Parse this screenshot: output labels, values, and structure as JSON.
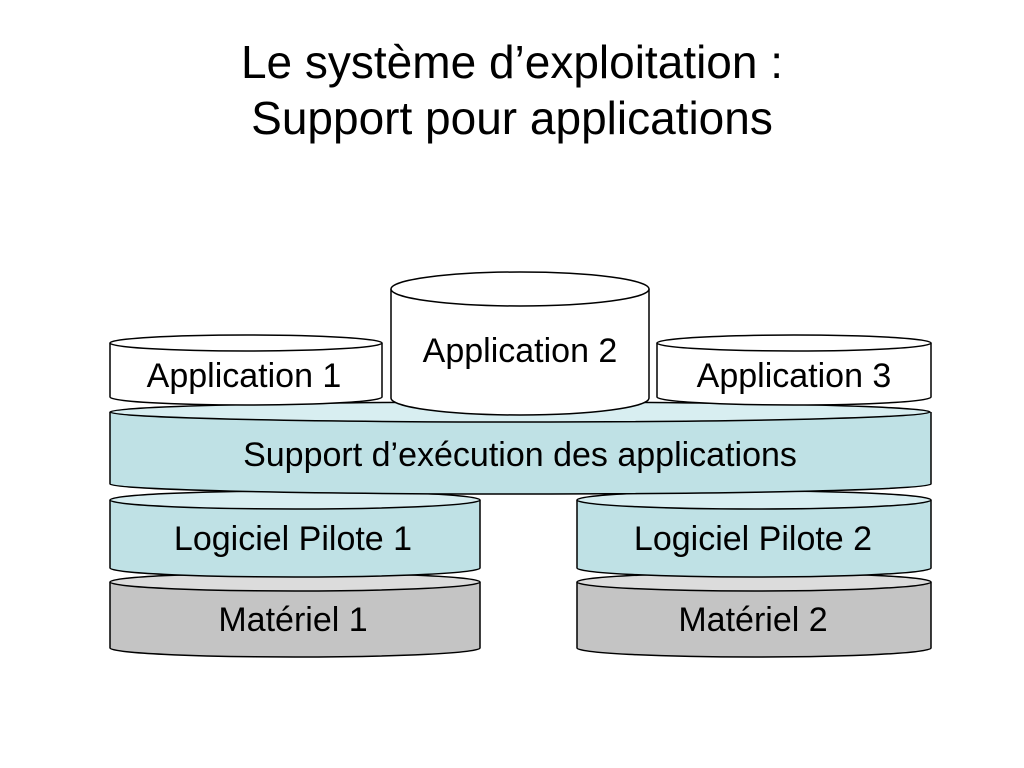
{
  "title": {
    "line1": "Le système d’exploitation :",
    "line2": "Support pour applications"
  },
  "colors": {
    "app_fill": "#ffffff",
    "support_fill": "#bfe1e5",
    "support_top": "#d8eef1",
    "pilot_fill": "#bfe1e5",
    "pilot_top": "#d8eef1",
    "hardware_fill": "#c4c4c4",
    "hardware_top": "#dcdcdc",
    "stroke": "#000000"
  },
  "layers": {
    "application_1": "Application 1",
    "application_2": "Application 2",
    "application_3": "Application 3",
    "support": "Support d’exécution des applications",
    "pilote_1": "Logiciel Pilote 1",
    "pilote_2": "Logiciel Pilote 2",
    "materiel_1": "Matériel 1",
    "materiel_2": "Matériel 2"
  }
}
